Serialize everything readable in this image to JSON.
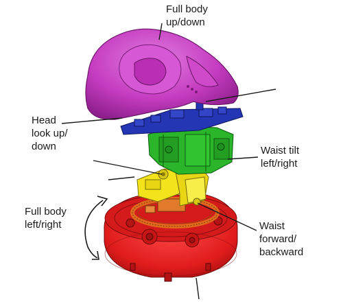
{
  "labels": {
    "full_body_up_down": [
      "Full body",
      "up/down"
    ],
    "head_look": [
      "Head",
      "look up/",
      "down"
    ],
    "waist_tilt": [
      "Waist tilt",
      "left/right"
    ],
    "full_body_left_right": [
      "Full body",
      "left/right"
    ],
    "waist_forward_backward": [
      "Waist",
      "forward/",
      "backward"
    ]
  },
  "parts": {
    "head_shell": "#c53cc0",
    "neck_plate": "#2536b4",
    "waist_tilt_frame": "#2ab52a",
    "waist_forward_frame": "#f2e31c",
    "gear_ring": "#e06a1e",
    "base": "#e01c1c"
  }
}
